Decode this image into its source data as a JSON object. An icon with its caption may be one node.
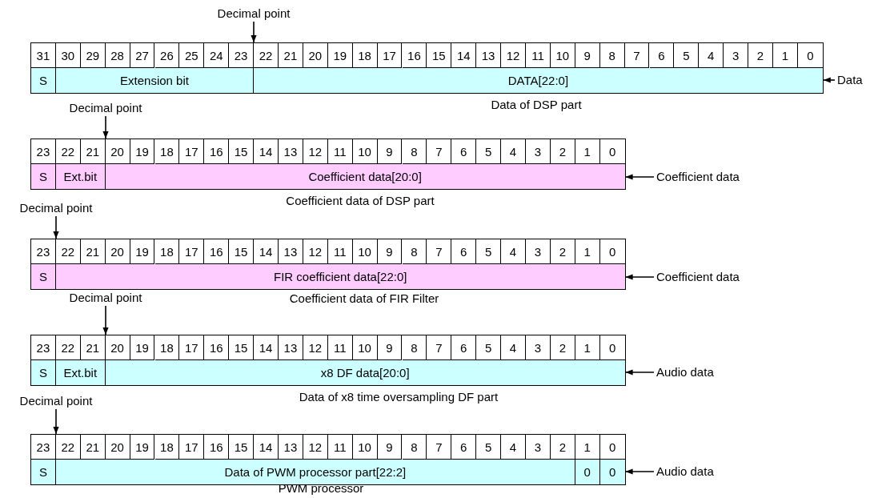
{
  "diagram": {
    "nodes": [
      {
        "text": [
          "Decimal point"
        ]
      },
      {
        "text": [],
        "shape": "box",
        "beside": [
          "Data of DSP part"
        ]
      },
      {
        "text": [
          "S"
        ],
        "in": 1
      },
      {
        "text": [
          "Extension bit"
        ],
        "in": 1
      },
      {
        "text": [
          "DATA[22:0]"
        ],
        "in": 1
      },
      {
        "text": [
          "Data"
        ]
      },
      {
        "text": [
          "Decimal point"
        ]
      },
      {
        "text": [],
        "shape": "box",
        "beside": [
          "Coefficient data of DSP part"
        ]
      },
      {
        "text": [
          "S"
        ],
        "in": 7
      },
      {
        "text": [
          "Ext.bit"
        ],
        "in": 7
      },
      {
        "text": [
          "Coefficient data[20:0]"
        ],
        "in": 7
      },
      {
        "text": [
          "Coefficient data"
        ]
      },
      {
        "text": [
          "Decimal point"
        ]
      },
      {
        "text": [],
        "shape": "box",
        "beside": [
          "Coefficient data of FIR Filter"
        ]
      },
      {
        "text": [
          "S"
        ],
        "in": 13
      },
      {
        "text": [
          "FIR coefficient data[22:0]"
        ],
        "in": 13
      },
      {
        "text": [
          "Coefficient data"
        ]
      },
      {
        "text": [
          "Decimal point"
        ]
      },
      {
        "text": [],
        "shape": "box",
        "beside": [
          "Data of x8 time oversampling DF part"
        ]
      },
      {
        "text": [
          "S"
        ],
        "in": 18
      },
      {
        "text": [
          "Ext.bit"
        ],
        "in": 18
      },
      {
        "text": [
          "x8 DF data[20:0]"
        ],
        "in": 18
      },
      {
        "text": [
          "Audio data"
        ]
      },
      {
        "text": [
          "Decimal point"
        ]
      },
      {
        "text": [],
        "shape": "box",
        "beside": [
          "PWM processor"
        ]
      },
      {
        "text": [
          "S"
        ],
        "in": 24
      },
      {
        "text": [
          "Data of PWM processor part[22:2]"
        ],
        "in": 24
      },
      {
        "text": [
          "0"
        ],
        "in": 24
      },
      {
        "text": [
          "0"
        ],
        "in": 24
      },
      {
        "text": [
          "Audio data"
        ]
      }
    ],
    "edges": [
      {
        "from": 0,
        "to": 1,
        "arrow": "to"
      },
      {
        "from": 5,
        "to": 1,
        "arrow": "to"
      },
      {
        "from": 6,
        "to": 7,
        "arrow": "to"
      },
      {
        "from": 11,
        "to": 7,
        "arrow": "to"
      },
      {
        "from": 12,
        "to": 13,
        "arrow": "to"
      },
      {
        "from": 16,
        "to": 13,
        "arrow": "to"
      },
      {
        "from": 17,
        "to": 18,
        "arrow": "to"
      },
      {
        "from": 22,
        "to": 18,
        "arrow": "to"
      },
      {
        "from": 23,
        "to": 24,
        "arrow": "to"
      },
      {
        "from": 29,
        "to": 24,
        "arrow": "to"
      }
    ],
    "labels": [
      "31",
      "30",
      "29",
      "28",
      "27",
      "26",
      "25",
      "24",
      "23",
      "22",
      "21",
      "20",
      "19",
      "18",
      "17",
      "16",
      "15",
      "14",
      "13",
      "12",
      "11",
      "10",
      "9",
      "8",
      "7",
      "6",
      "5",
      "4",
      "3",
      "2",
      "1",
      "0",
      "23",
      "22",
      "21",
      "20",
      "19",
      "18",
      "17",
      "16",
      "15",
      "14",
      "13",
      "12",
      "11",
      "10",
      "9",
      "8",
      "7",
      "6",
      "5",
      "4",
      "3",
      "2",
      "1",
      "0",
      "23",
      "22",
      "21",
      "20",
      "19",
      "18",
      "17",
      "16",
      "15",
      "14",
      "13",
      "12",
      "11",
      "10",
      "9",
      "8",
      "7",
      "6",
      "5",
      "4",
      "3",
      "2",
      "1",
      "0",
      "23",
      "22",
      "21",
      "20",
      "19",
      "18",
      "17",
      "16",
      "15",
      "14",
      "13",
      "12",
      "11",
      "10",
      "9",
      "8",
      "7",
      "6",
      "5",
      "4",
      "3",
      "2",
      "1",
      "0",
      "23",
      "22",
      "21",
      "20",
      "19",
      "18",
      "17",
      "16",
      "15",
      "14",
      "13",
      "12",
      "11",
      "10",
      "9",
      "8",
      "7",
      "6",
      "5",
      "4",
      "3",
      "2",
      "1",
      "0"
    ]
  }
}
